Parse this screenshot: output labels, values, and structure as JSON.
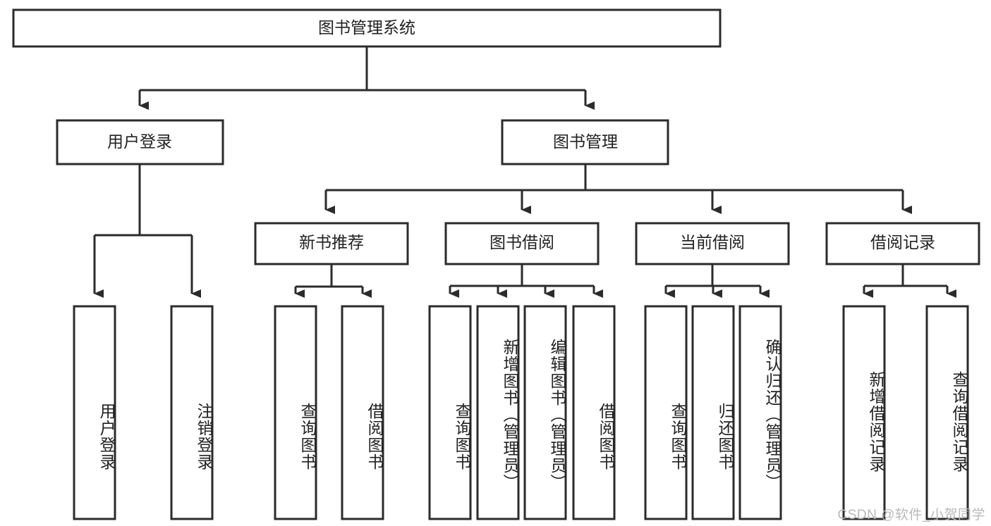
{
  "diagram": {
    "type": "tree-hierarchy",
    "orientation": "top-down",
    "root": {
      "id": "root",
      "label": "图书管理系统"
    },
    "level2": [
      {
        "id": "user-login",
        "label": "用户登录"
      },
      {
        "id": "book-manage",
        "label": "图书管理"
      }
    ],
    "level3": [
      {
        "id": "new-book-rec",
        "label": "新书推荐",
        "parent": "book-manage"
      },
      {
        "id": "book-borrow",
        "label": "图书借阅",
        "parent": "book-manage"
      },
      {
        "id": "current-borrow",
        "label": "当前借阅",
        "parent": "book-manage"
      },
      {
        "id": "borrow-record",
        "label": "借阅记录",
        "parent": "book-manage"
      }
    ],
    "leaves": [
      {
        "id": "leaf-user-login",
        "label": "用户登录",
        "parent": "user-login"
      },
      {
        "id": "leaf-logout",
        "label": "注销登录",
        "parent": "user-login"
      },
      {
        "id": "leaf-query-book-1",
        "label": "查询图书",
        "parent": "new-book-rec"
      },
      {
        "id": "leaf-borrow-book-1",
        "label": "借阅图书",
        "parent": "new-book-rec"
      },
      {
        "id": "leaf-query-book-2",
        "label": "查询图书",
        "parent": "book-borrow"
      },
      {
        "id": "leaf-add-book",
        "label": "新增图书（管理员）",
        "parent": "book-borrow"
      },
      {
        "id": "leaf-edit-book",
        "label": "编辑图书（管理员）",
        "parent": "book-borrow"
      },
      {
        "id": "leaf-borrow-book-2",
        "label": "借阅图书",
        "parent": "book-borrow"
      },
      {
        "id": "leaf-query-book-3",
        "label": "查询图书",
        "parent": "current-borrow"
      },
      {
        "id": "leaf-return-book",
        "label": "归还图书",
        "parent": "current-borrow"
      },
      {
        "id": "leaf-confirm-return",
        "label": "确认归还（管理员）",
        "parent": "current-borrow"
      },
      {
        "id": "leaf-add-record",
        "label": "新增借阅记录",
        "parent": "borrow-record"
      },
      {
        "id": "leaf-query-record",
        "label": "查询借阅记录",
        "parent": "borrow-record"
      }
    ]
  },
  "watermark": {
    "text": "CSDN @软件_小贺同学"
  },
  "colors": {
    "stroke": "#2b2b2b",
    "fill": "#ffffff",
    "text": "#222222",
    "watermark": "#b9b9b9"
  }
}
